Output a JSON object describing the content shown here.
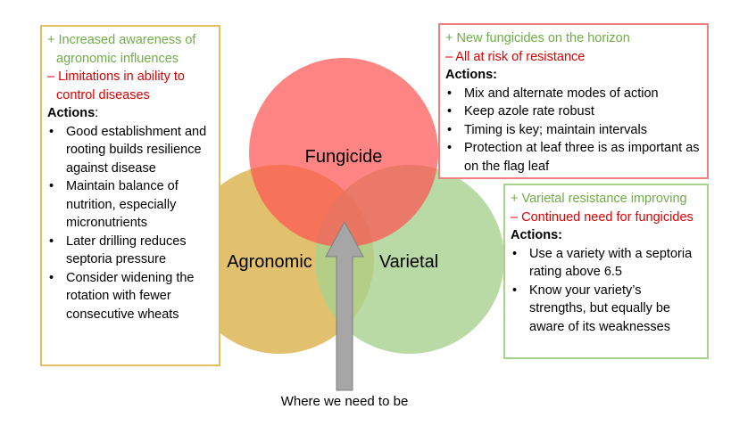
{
  "circles": {
    "fungicide": {
      "label": "Fungicide",
      "color": "#ff5050"
    },
    "agronomic": {
      "label": "Agronomic",
      "color": "#d9b24a"
    },
    "varietal": {
      "label": "Varietal",
      "color": "#a9d18e"
    }
  },
  "arrow": {
    "caption": "Where we need to be",
    "color": "#a6a6a6"
  },
  "agronomic_box": {
    "positive": "+ Increased awareness of agronomic influences",
    "negative": "– Limitations in ability to control diseases",
    "actions_label": "Actions",
    "actions_colon": ":",
    "items": [
      "Good establishment and rooting builds resilience against disease",
      "Maintain balance of nutrition, especially micronutrients",
      "Later drilling reduces septoria pressure",
      "Consider widening the rotation with fewer consecutive wheats"
    ]
  },
  "fungicide_box": {
    "positive": "+ New fungicides on the horizon",
    "negative": "– All at risk of resistance",
    "actions_label": "Actions:",
    "items": [
      "Mix and alternate modes of action",
      "Keep azole rate robust",
      "Timing is key; maintain intervals",
      "Protection at leaf three is as important as on the flag leaf"
    ]
  },
  "varietal_box": {
    "positive": "+ Varietal resistance improving",
    "negative": "– Continued need for fungicides",
    "actions_label": "Actions:",
    "items": [
      "Use a variety with a septoria rating above 6.5",
      "Know your variety’s strengths, but equally be aware of its weaknesses"
    ]
  }
}
